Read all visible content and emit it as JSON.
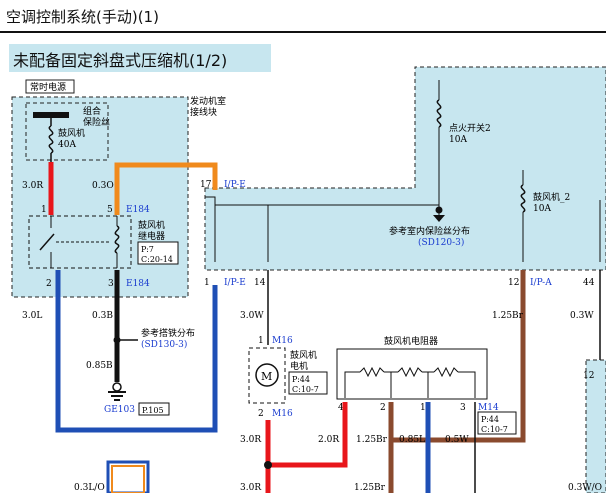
{
  "header": {
    "title": "空调控制系统(手动)(1)"
  },
  "banner": {
    "title": "未配备固定斜盘式压缩机(1/2)"
  },
  "labels": {
    "always_power": "常时电源",
    "combo_fuse_1": "组合",
    "combo_fuse_2": "保险丝",
    "engine_block_1": "发动机室",
    "engine_block_2": "接线块",
    "blower_fuse": "鼓风机",
    "blower_fuse_amp": "40A",
    "ignition_switch": "点火开关2",
    "ignition_amp": "10A",
    "blower2_fuse": "鼓风机_2",
    "blower2_amp": "10A",
    "ref_fuse": "参考室内保险丝分布",
    "ref_fuse_code": "(SD120-3)",
    "relay_1": "鼓风机",
    "relay_2": "继电器",
    "relay_p": "P:7",
    "relay_c": "C:20-14",
    "ground_ref": "参考搭铁分布",
    "ground_code": "(SD130-3)",
    "ground_id": "GE103",
    "ground_p": "P.105",
    "motor_1": "鼓风机",
    "motor_2": "电机",
    "motor_p": "P:44",
    "motor_c": "C:10-7",
    "resistor": "鼓风机电阻器",
    "resistor_p": "P:44",
    "resistor_c": "C:10-7",
    "motor_symbol": "M"
  },
  "wires": {
    "w30r_top": "3.0R",
    "w03o": "0.3O",
    "w30l": "3.0L",
    "w03b": "0.3B",
    "w085b": "0.85B",
    "w30w": "3.0W",
    "w125br": "1.25Br",
    "w03w": "0.3W",
    "w30r": "3.0R",
    "w20r": "2.0R",
    "w125br2": "1.25Br",
    "w085l": "0.85L",
    "w05w": "0.5W",
    "w03lo": "0.3L/O",
    "w30r3": "3.0R",
    "w125br3": "1.25Br",
    "w03wo": "0.3W/O"
  },
  "connectors": {
    "e184a": "E184",
    "e184b": "E184",
    "ipe1": "I/P-E",
    "ipe2": "I/P-E",
    "ipa": "I/P-A",
    "m16a": "M16",
    "m16b": "M16",
    "m14": "M14"
  },
  "pins": {
    "p1": "1",
    "p5": "5",
    "p2": "2",
    "p3": "3",
    "p17": "17",
    "p1b": "1",
    "p14": "14",
    "p12": "12",
    "p44": "44",
    "m1": "1",
    "m2": "2",
    "r4": "4",
    "r2": "2",
    "r1": "1",
    "r3": "3",
    "r12": "12"
  }
}
